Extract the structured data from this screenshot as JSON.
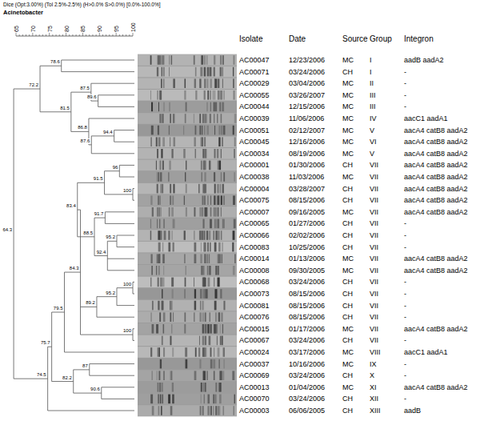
{
  "diagram": {
    "title": "Dice (Opt:3.00%) (Tol 2.5%-2.5%) (H>0.0% S>0.0%) [0.0%-100.0%]",
    "labels": [
      "Acinetobacter",
      "65",
      "70",
      "75",
      "80",
      "85",
      "90",
      "95",
      "100",
      "78.6",
      "72.2",
      "87.5",
      "89.6",
      "81.5",
      "94.4",
      "86.8",
      "87.6",
      "96",
      "91.5",
      "100",
      "83.4",
      "91.7",
      "88.5",
      "95.2",
      "92.4",
      "84.3",
      "100",
      "95.2",
      "89.2",
      "100",
      "79.5",
      "75.7",
      "87",
      "82.2",
      "90.6",
      "74.5",
      "64.3",
      "Isolate",
      "Date",
      "Source",
      "Group",
      "Integron",
      "AC00047",
      "12/23/2006",
      "MC",
      "I",
      "aadB aadA2",
      "AC00071",
      "03/24/2006",
      "CH",
      "I",
      "-",
      "AC00029",
      "03/04/2006",
      "MC",
      "II",
      "-",
      "AC00055",
      "03/26/2007",
      "MC",
      "III",
      "-",
      "AC00044",
      "12/15/2006",
      "MC",
      "III",
      "-",
      "AC00039",
      "11/06/2006",
      "MC",
      "IV",
      "aacC1 aadA1",
      "AC00051",
      "02/12/2007",
      "MC",
      "V",
      "aacA4 catB8 aadA2",
      "AC00045",
      "12/16/2006",
      "MC",
      "VI",
      "aacA4 catB8 aadA2",
      "AC00034",
      "08/19/2006",
      "MC",
      "V",
      "aacA4 catB8 aadA2",
      "AC00001",
      "01/30/2006",
      "CH",
      "VII",
      "aacA4 catB8 aadA2",
      "AC00038",
      "11/03/2006",
      "MC",
      "VII",
      "aacA4 catB8 aadA2",
      "AC00004",
      "03/28/2007",
      "CH",
      "VII",
      "aacA4 catB8 aadA2",
      "AC00075",
      "08/15/2006",
      "CH",
      "VII",
      "aacA4 catB8 aadA2",
      "AC00007",
      "09/16/2005",
      "MC",
      "VII",
      "aacA4 catB8 aadA2",
      "AC00065",
      "01/27/2006",
      "CH",
      "VII",
      "-",
      "AC00066",
      "02/02/2006",
      "CH",
      "VII",
      "-",
      "AC00083",
      "10/25/2006",
      "CH",
      "VII",
      "-",
      "AC00014",
      "01/13/2006",
      "MC",
      "VII",
      "aacA4 catB8 aadA2",
      "AC00008",
      "09/30/2005",
      "MC",
      "VII",
      "aacA4 catB8 aadA2",
      "AC00068",
      "03/24/2006",
      "CH",
      "VII",
      "-",
      "AC00073",
      "08/15/2006",
      "CH",
      "VII",
      "-",
      "AC00081",
      "08/15/2006",
      "CH",
      "VII",
      "-",
      "AC00076",
      "08/15/2006",
      "CH",
      "VII",
      "-",
      "AC00015",
      "01/17/2006",
      "MC",
      "VII",
      "aacA4 catB8 aadA2",
      "AC00067",
      "03/24/2006",
      "CH",
      "VII",
      "-",
      "AC00024",
      "03/17/2006",
      "MC",
      "VIII",
      "aacC1 aadA1",
      "AC00037",
      "10/16/2006",
      "MC",
      "IX",
      "-",
      "AC00069",
      "03/24/2006",
      "CH",
      "X",
      "-",
      "AC00013",
      "01/04/2006",
      "MC",
      "XI",
      "aacA4 catB8 aadA2",
      "AC00070",
      "03/24/2006",
      "CH",
      "XII",
      "-",
      "AC00003",
      "06/06/2005",
      "CH",
      "XIII",
      "aadB"
    ]
  }
}
